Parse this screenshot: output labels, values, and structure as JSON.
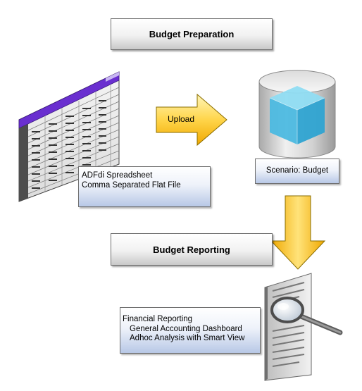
{
  "stages": {
    "preparation": "Budget Preparation",
    "reporting": "Budget Reporting"
  },
  "upload": {
    "label": "Upload"
  },
  "sources": {
    "line1": "ADFdi Spreadsheet",
    "line2": "Comma Separated Flat File"
  },
  "database": {
    "label": "Scenario: Budget"
  },
  "reports": {
    "line1": "Financial Reporting",
    "line2": "General Accounting Dashboard",
    "line3": "Adhoc Analysis with Smart View"
  },
  "colors": {
    "arrow_fill_top": "#fff2a8",
    "arrow_fill_bottom": "#f4b400",
    "arrow_border": "#8a6d00",
    "spreadsheet_header": "#6a2fd0",
    "cube": "#5bc5e8",
    "cylinder": "#c8c8c8"
  },
  "icons": {
    "spreadsheet": "spreadsheet-icon",
    "database": "database-cube-icon",
    "report": "report-magnifier-icon"
  }
}
